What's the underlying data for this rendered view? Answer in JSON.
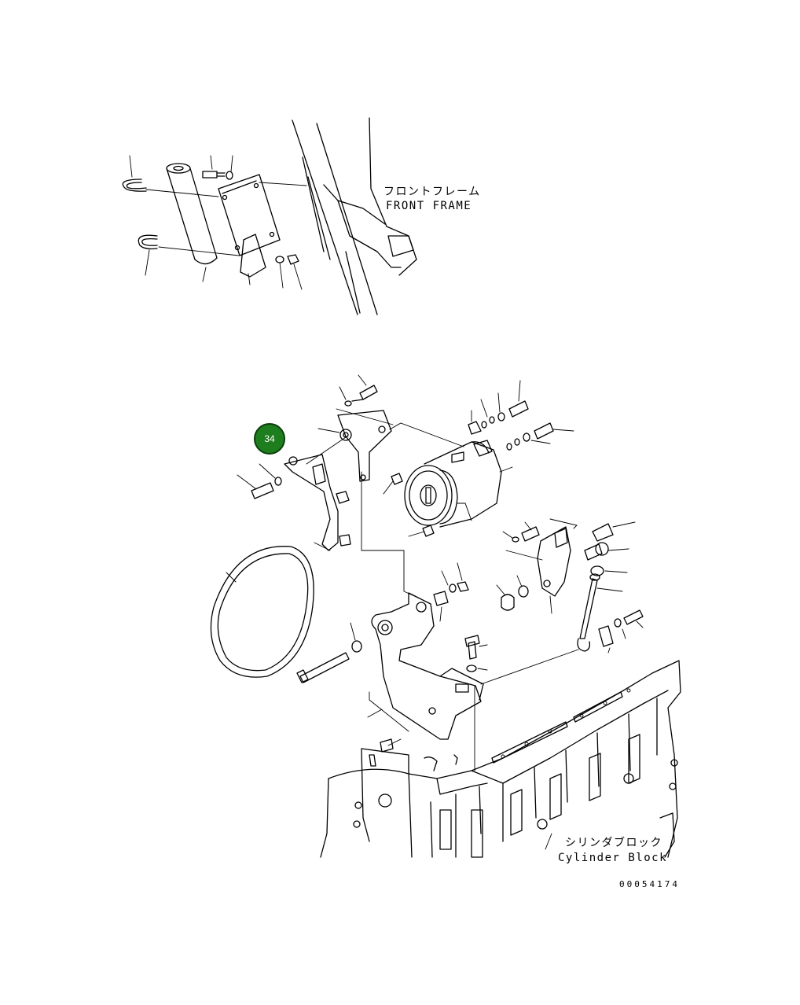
{
  "labels": {
    "front_frame_jp": "フロントフレーム",
    "front_frame_en": "FRONT FRAME",
    "cylinder_block_jp": "シリンダブロック",
    "cylinder_block_en": "Cylinder Block"
  },
  "drawing_code": "00054174",
  "callout": {
    "number": "34",
    "fill": "#1e7e1e",
    "stroke": "#0b3d0b"
  }
}
